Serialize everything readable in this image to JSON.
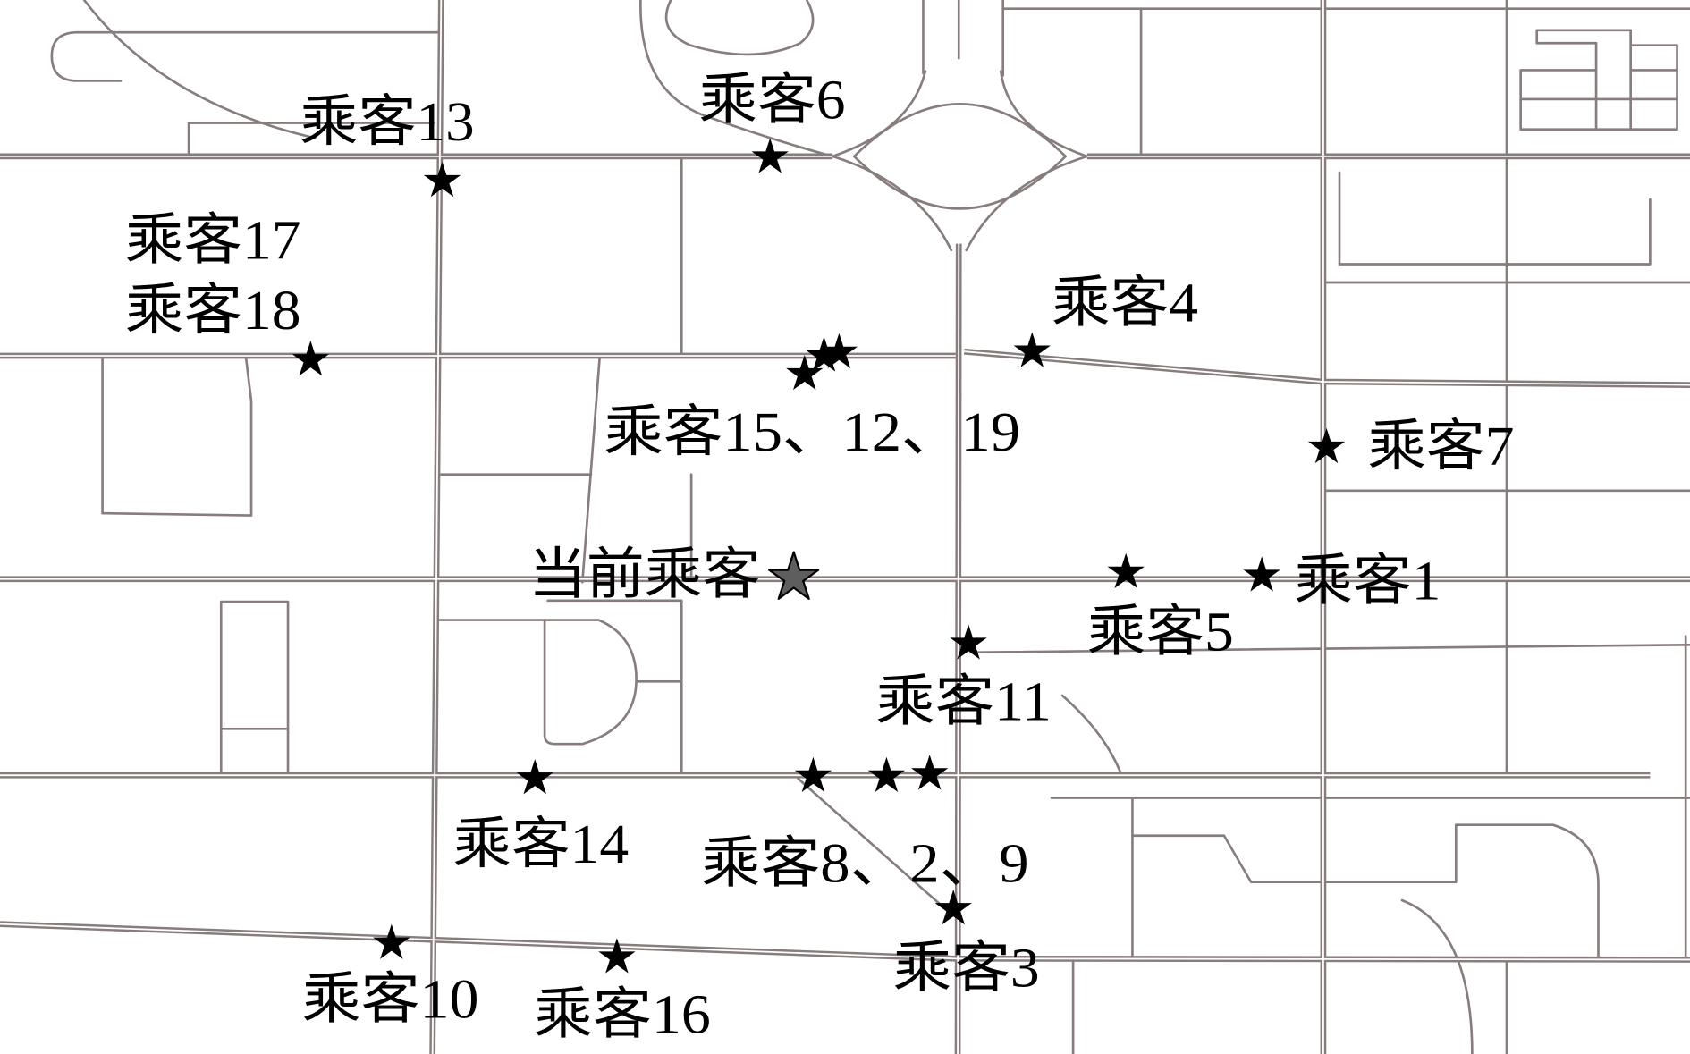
{
  "map": {
    "labels": {
      "passenger_13": "乘客13",
      "passenger_6": "乘客6",
      "passenger_17": "乘客17",
      "passenger_18": "乘客18",
      "passenger_4": "乘客4",
      "passengers_15_12_19": "乘客15、12、19",
      "passenger_7": "乘客7",
      "current_passenger": "当前乘客",
      "passenger_1": "乘客1",
      "passenger_5": "乘客5",
      "passenger_11": "乘客11",
      "passenger_14": "乘客14",
      "passengers_8_2_9": "乘客8、2、9",
      "passenger_3": "乘客3",
      "passenger_10": "乘客10",
      "passenger_16": "乘客16"
    },
    "icons": {
      "passenger_marker": "star-icon",
      "current_passenger_marker": "star-icon"
    },
    "colors": {
      "road": "#877d7d",
      "road_gap": "#ffffff",
      "background": "#ffffff",
      "marker": "#000000",
      "current_marker_fill": "#5e5e5e",
      "label": "#000000"
    }
  }
}
